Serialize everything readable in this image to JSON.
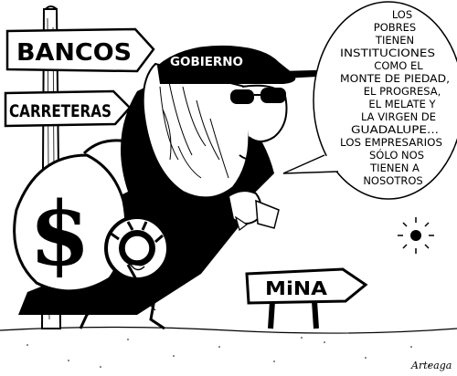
{
  "signs": {
    "bancos": "BANCOS",
    "carreteras": "CARRETERAS",
    "mina": "MiNA"
  },
  "cap_label": "GOBIERNO",
  "money_symbol": "$",
  "speech_lines": [
    "LOS",
    "POBRES",
    "TIENEN",
    "INSTITUCIONES",
    "COMO EL",
    "MONTE DE PIEDAD,",
    "EL PROGRESA,",
    "EL MELATE Y",
    "LA VIRGEN DE",
    "GUADALUPE...",
    "LOS EMPRESARIOS",
    "SÓLO NOS",
    "TIENEN A",
    "NOSOTROS"
  ],
  "signature": "Arteaga",
  "colors": {
    "ink": "#000000",
    "paper": "#ffffff"
  }
}
